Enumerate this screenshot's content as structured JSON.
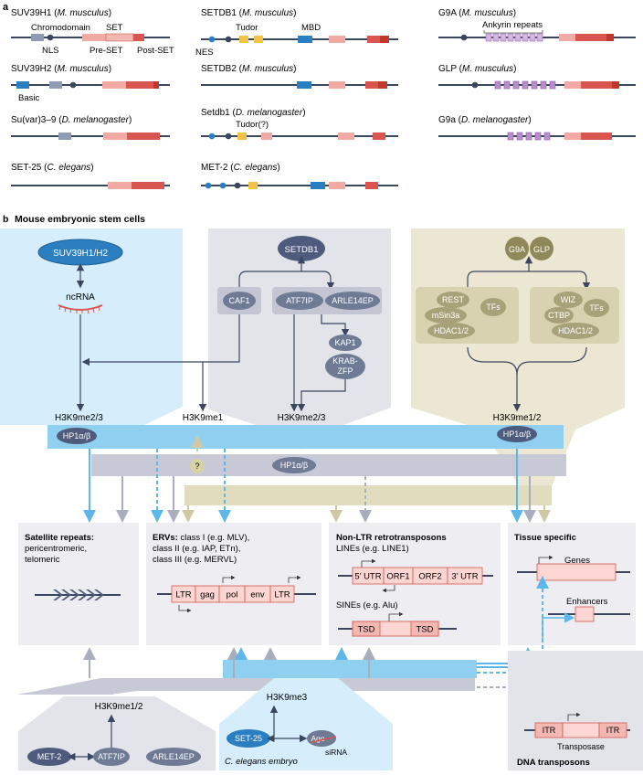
{
  "panel_a": {
    "label": "a",
    "col1": {
      "t1": {
        "name": "SUV39H1 (",
        "species": "M. musculus",
        "close": ")"
      },
      "t1_domains": {
        "chromo": "Chromodomain",
        "nls": "NLS",
        "set": "SET",
        "preset": "Pre-SET",
        "postset": "Post-SET"
      },
      "t2": {
        "name": "SUV39H2 (",
        "species": "M. musculus",
        "close": ")"
      },
      "t2_domains": {
        "basic": "Basic"
      },
      "t3": {
        "name": "Su(var)3–9 (",
        "species": "D. melanogaster",
        "close": ")"
      },
      "t4": {
        "name": "SET-25 (",
        "species": "C. elegans",
        "close": ")"
      }
    },
    "col2": {
      "t1": {
        "name": "SETDB1 (",
        "species": "M. musculus",
        "close": ")"
      },
      "t1_domains": {
        "tudor": "Tudor",
        "mbd": "MBD",
        "nes": "NES"
      },
      "t2": {
        "name": "SETDB2 (",
        "species": "M. musculus",
        "close": ")"
      },
      "t3": {
        "name": "Setdb1 (",
        "species": "D. melanogaster",
        "close": ")"
      },
      "t3_domains": {
        "tudor": "Tudor(?)"
      },
      "t4": {
        "name": "MET-2 (",
        "species": "C. elegans",
        "close": ")"
      }
    },
    "col3": {
      "t1": {
        "name": "G9A (",
        "species": "M. musculus",
        "close": ")"
      },
      "t1_domains": {
        "ankyrin": "Ankyrin repeats"
      },
      "t2": {
        "name": "GLP (",
        "species": "M. musculus",
        "close": ")"
      },
      "t3": {
        "name": "G9a (",
        "species": "D. melanogaster",
        "close": ")"
      }
    }
  },
  "panel_b": {
    "label": "b",
    "title": "Mouse embryonic stem cells",
    "suv": {
      "enzyme": "SUV39H1/H2",
      "rna": "ncRNA",
      "mark": "H3K9me2/3",
      "hp1": "HP1α/β"
    },
    "setdb1": {
      "enzyme": "SETDB1",
      "caf1": "CAF1",
      "atf7ip": "ATF7IP",
      "arle": "ARLE14EP",
      "kap1": "KAP1",
      "krab1": "KRAB-",
      "krab2": "ZFP",
      "mark1": "H3K9me1",
      "mark2": "H3K9me2/3",
      "hp1": "HP1α/β",
      "q": "?"
    },
    "g9a": {
      "g9a": "G9A",
      "glp": "GLP",
      "rest": "REST",
      "tfs": "TFs",
      "msin": "mSin3a",
      "hdac": "HDAC1/2",
      "wiz": "WIZ",
      "tfs2": "TFs",
      "ctbp": "CTBP",
      "hdac2": "HDAC1/2",
      "mark": "H3K9me1/2",
      "hp1": "HP1α/β"
    },
    "targets": {
      "sat": {
        "title": "Satellite repeats:",
        "l2": "pericentromeric,",
        "l3": "telomeric"
      },
      "erv": {
        "title": "ERVs:",
        "l1rest": " class I (e.g. MLV),",
        "l2": "class II (e.g. IAP, ETn),",
        "l3": "class III (e.g. MERVL)",
        "boxes": [
          "LTR",
          "gag",
          "pol",
          "env",
          "LTR"
        ]
      },
      "nonltr": {
        "title": "Non-LTR retrotransposons",
        "lines": "LINEs (e.g. LINE1)",
        "line_boxes": [
          "5’ UTR",
          "ORF1",
          "ORF2",
          "3’ UTR"
        ],
        "sines": "SINEs (e.g. Alu)",
        "sine_boxes": [
          "TSD",
          "TSD"
        ]
      },
      "tissue": {
        "title": "Tissue specific",
        "genes": "Genes",
        "enhancers": "Enhancers"
      },
      "dna": {
        "title": "DNA transposons",
        "itr1": "ITR",
        "itr2": "ITR",
        "transposase": "Transposase"
      }
    },
    "celegans": {
      "met2": "MET-2",
      "atf7ip": "ATF7IP",
      "arle": "ARLE14EP",
      "mark1": "H3K9me1/2",
      "set25": "SET-25",
      "ago": "Ago",
      "sirna": "siRNA",
      "mark2": "H3K9me3",
      "caption": "C. elegans embryo"
    }
  },
  "colors": {
    "set_light": "#f2aaa5",
    "set_dark": "#d9554f",
    "chromo": "#8f9bb5",
    "blue": "#2b7fc0",
    "tudor": "#f0c24a",
    "ankyrin": "#b88fcb",
    "line": "#3b4660",
    "suv_band": "#8fd0f0",
    "setdb1_band": "#c7cad6",
    "g9a_band": "#e2dcbf"
  }
}
